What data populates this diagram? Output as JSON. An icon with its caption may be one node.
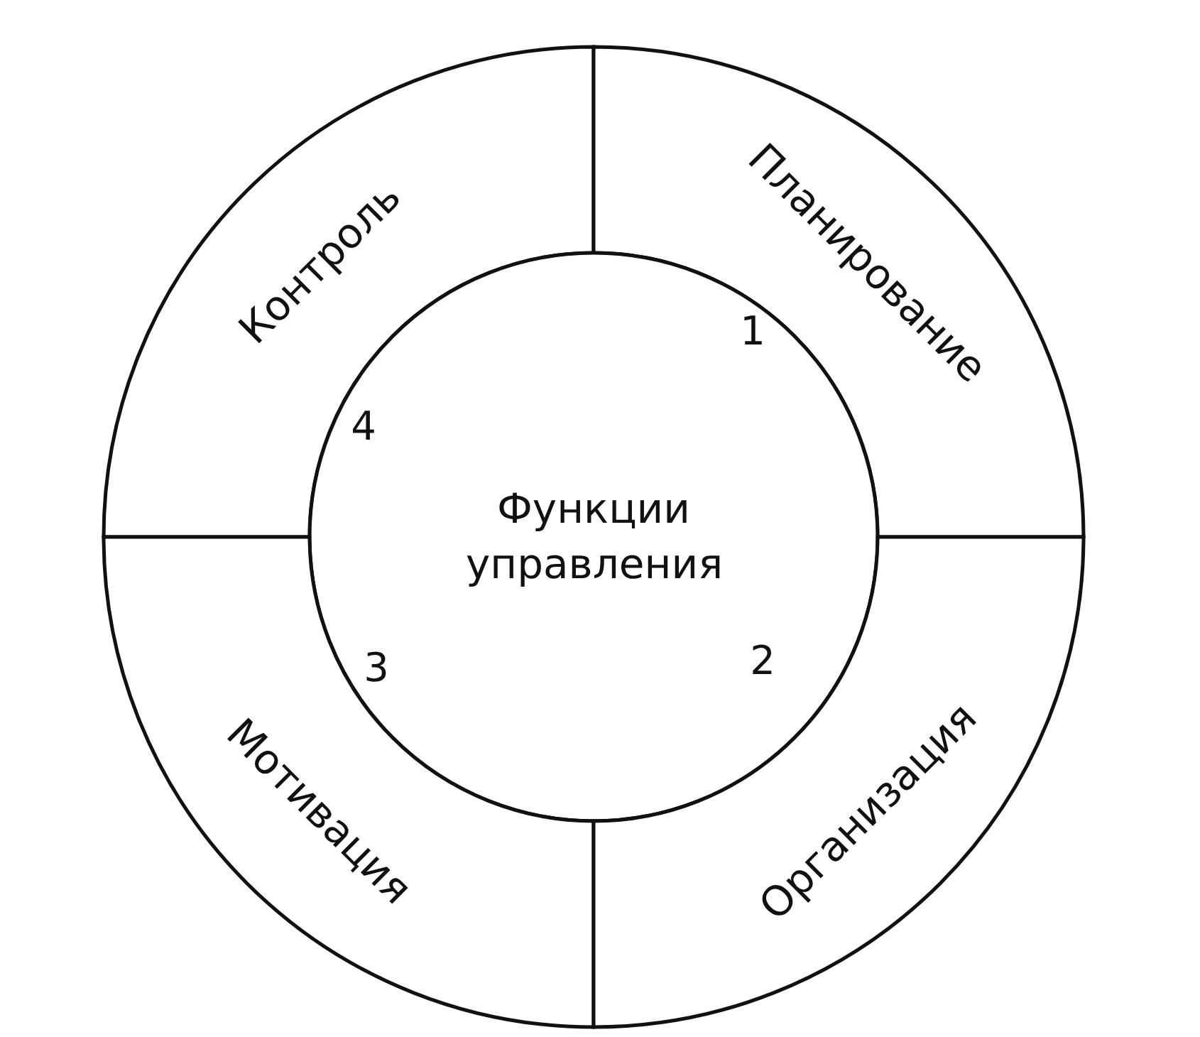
{
  "diagram": {
    "nodes": [
      {
        "text": [
          "Контроль"
        ]
      },
      {
        "text": [
          "Планирование"
        ]
      },
      {
        "text": [
          "Функции управления"
        ]
      },
      {
        "text": [
          "Мотивация"
        ]
      },
      {
        "text": [
          "Организация"
        ]
      }
    ],
    "labels": [
      "1",
      "4",
      "3",
      "2"
    ]
  }
}
